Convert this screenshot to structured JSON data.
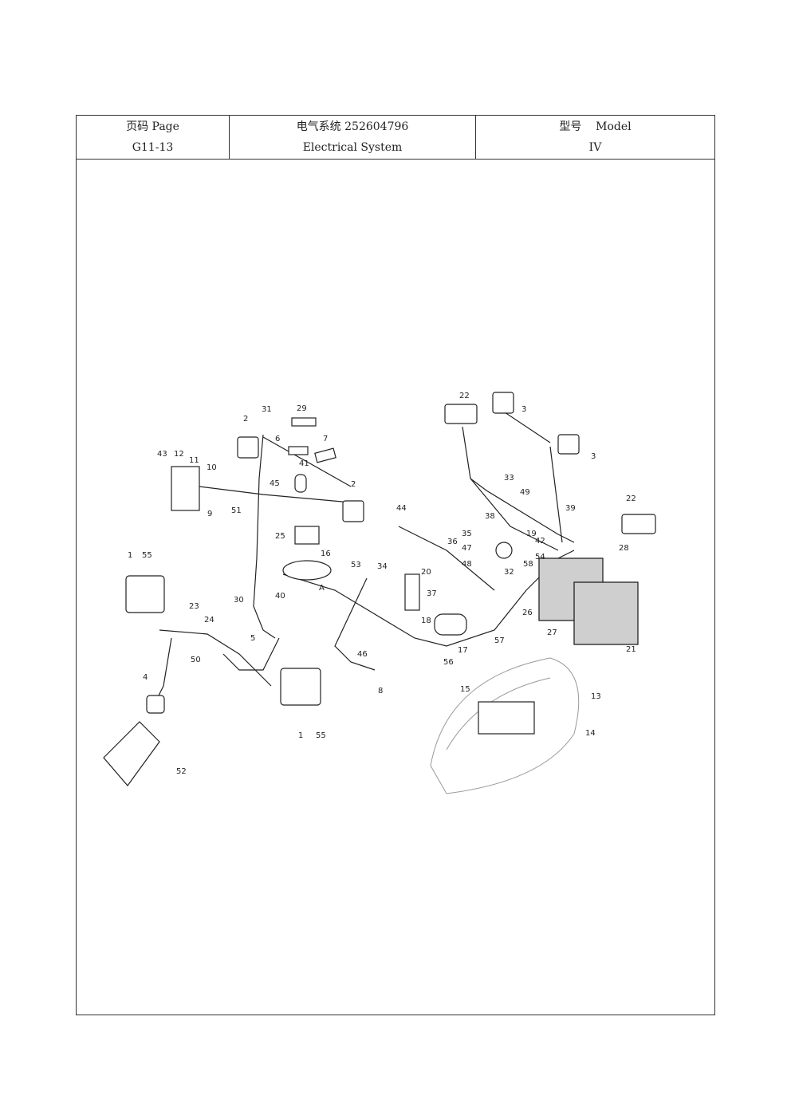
{
  "header": {
    "page_label": "页码 Page",
    "page_value": "G11-13",
    "system_label": "电气系统 252604796",
    "system_value": "Electrical System",
    "model_label": "型号    Model",
    "model_value": "IV"
  },
  "diagram": {
    "callouts": [
      "1",
      "55",
      "2",
      "31",
      "29",
      "6",
      "7",
      "41",
      "43",
      "12",
      "11",
      "10",
      "9",
      "51",
      "45",
      "2",
      "22",
      "3",
      "3",
      "33",
      "49",
      "39",
      "22",
      "44",
      "38",
      "19",
      "42",
      "54",
      "35",
      "47",
      "48",
      "36",
      "28",
      "58",
      "25",
      "16",
      "53",
      "34",
      "20",
      "37",
      "40",
      "A",
      "30",
      "5",
      "23",
      "24",
      "50",
      "4",
      "52",
      "18",
      "17",
      "56",
      "57",
      "32",
      "26",
      "27",
      "21",
      "46",
      "8",
      "15",
      "13",
      "14",
      "1",
      "55"
    ]
  }
}
